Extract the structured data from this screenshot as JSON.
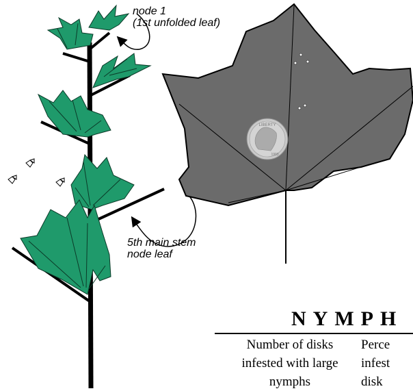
{
  "labels": {
    "node1_line1": "node 1",
    "node1_line2": "(1st unfolded leaf)",
    "node5_line1": "5th main stem",
    "node5_line2": "node leaf"
  },
  "coin": {
    "text": "LIBERTY",
    "year": "1993"
  },
  "table": {
    "title": "NYMPH",
    "columns": [
      "Number of disks\ninfested with large\nnymphs",
      "Perce\ninfest\ndisk"
    ]
  },
  "colors": {
    "leaf_green": "#1f9a6b",
    "leaf_gray": "#6b6b6b",
    "coin_silver": "#c9c9c9",
    "stem": "#000000"
  }
}
